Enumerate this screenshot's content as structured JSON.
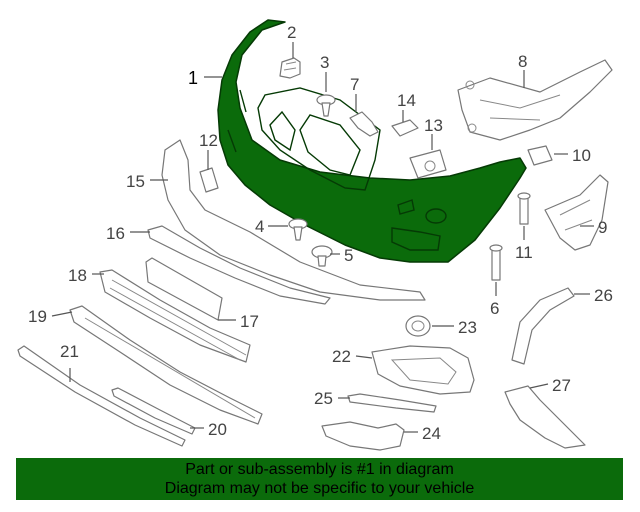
{
  "highlight_color": "#0b6b0b",
  "callouts": {
    "c1": "1",
    "c2": "2",
    "c3": "3",
    "c4": "4",
    "c5": "5",
    "c6": "6",
    "c7": "7",
    "c8": "8",
    "c9": "9",
    "c10": "10",
    "c11": "11",
    "c12": "12",
    "c13": "13",
    "c14": "14",
    "c15": "15",
    "c16": "16",
    "c17": "17",
    "c18": "18",
    "c19": "19",
    "c20": "20",
    "c21": "21",
    "c22": "22",
    "c23": "23",
    "c24": "24",
    "c25": "25",
    "c26": "26",
    "c27": "27"
  },
  "banner": {
    "line1": "Part or sub-assembly is #1 in diagram",
    "line2": "Diagram may not be specific to your vehicle"
  }
}
